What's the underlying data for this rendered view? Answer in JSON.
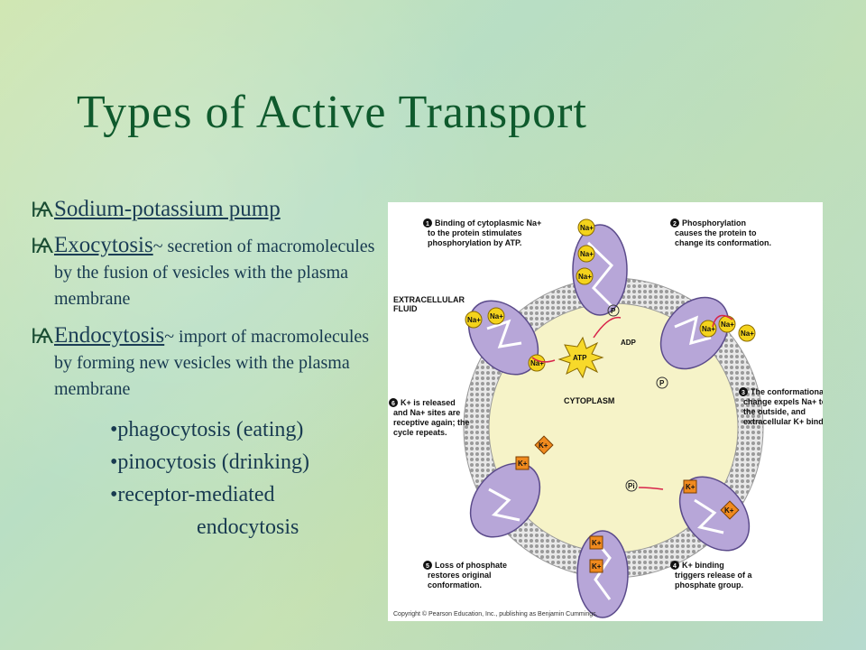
{
  "slide": {
    "title": "Types of Active Transport",
    "bullet_icon": "Ѩ",
    "bullets": [
      {
        "heading": "Sodium-potassium  pump",
        "text": ""
      },
      {
        "heading": "Exocytosis",
        "text": "~ secretion of macromolecules by the fusion of vesicles with the plasma membrane"
      },
      {
        "heading": "Endocytosis",
        "text": "~ import of macromolecules by forming new vesicles with the plasma membrane"
      }
    ],
    "sub_bullets": [
      "•phagocytosis (eating)",
      "•pinocytosis (drinking)",
      "•receptor-mediated",
      "endocytosis"
    ]
  },
  "figure": {
    "labels": {
      "extracellular": "EXTRACELLULAR",
      "fluid": "FLUID",
      "cytoplasm": "CYTOPLASM",
      "atp": "ATP",
      "adp": "ADP",
      "phosphate": "P",
      "phosphate_i": "Pi",
      "na": "Na+",
      "k": "K+"
    },
    "steps": [
      {
        "num": "1",
        "lines": [
          "Binding of cytoplasmic Na+",
          "to the protein stimulates",
          "phosphorylation by ATP."
        ]
      },
      {
        "num": "2",
        "lines": [
          "Phosphorylation",
          "causes the protein to",
          "change its conformation."
        ]
      },
      {
        "num": "3",
        "lines": [
          "The conformational",
          "change expels Na+ to",
          "the outside, and",
          "extracellular K+ binds."
        ]
      },
      {
        "num": "4",
        "lines": [
          "K+ binding",
          "triggers release of a",
          "phosphate group."
        ]
      },
      {
        "num": "5",
        "lines": [
          "Loss of phosphate",
          "restores original",
          "conformation."
        ]
      },
      {
        "num": "6",
        "lines": [
          "K+ is released",
          "and Na+ sites are",
          "receptive again; the",
          "cycle repeats."
        ]
      }
    ],
    "copyright": "Copyright © Pearson Education, Inc., publishing as Benjamin Cummings.",
    "colors": {
      "protein": "#b7a6d8",
      "sodium": "#f4d31c",
      "potassium": "#f08a1e",
      "cytoplasm": "#f6f3c8"
    }
  }
}
